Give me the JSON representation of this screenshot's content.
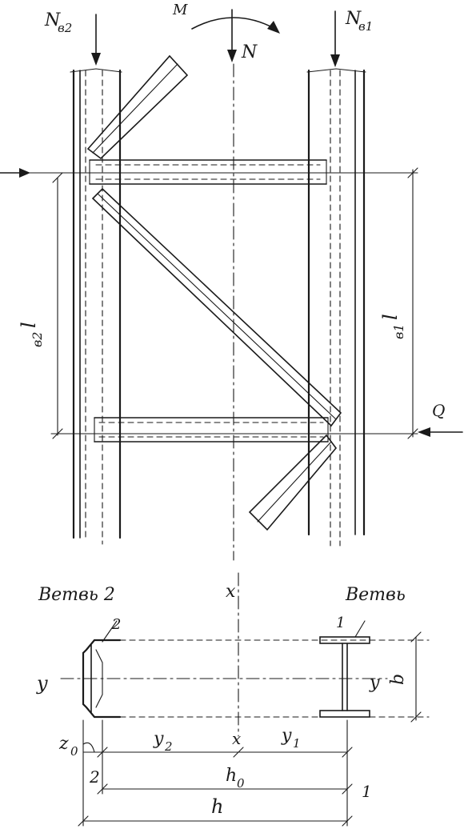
{
  "labels": {
    "n_b2": "N",
    "n_b2_sub": "в2",
    "n_b1": "N",
    "n_b1_sub": "в1",
    "moment": "M",
    "axial": "N",
    "l_b2": "l",
    "l_b2_sub": "в2",
    "l_b1": "l",
    "l_b1_sub": "в1",
    "shear": "Q",
    "branch2": "Ветвь 2",
    "branch1": "Ветвь",
    "mark_2_top": "2",
    "mark_1_top": "1",
    "x_top": "x",
    "x_bottom": "x",
    "y_left": "y",
    "y_right": "y",
    "b": "b",
    "z0": "z",
    "z0_sub": "0",
    "y2": "y",
    "y2_sub": "2",
    "y1": "y",
    "y1_sub": "1",
    "mark_2_bottom": "2",
    "mark_1_bottom": "1",
    "h0": "h",
    "h0_sub": "0",
    "h": "h"
  }
}
